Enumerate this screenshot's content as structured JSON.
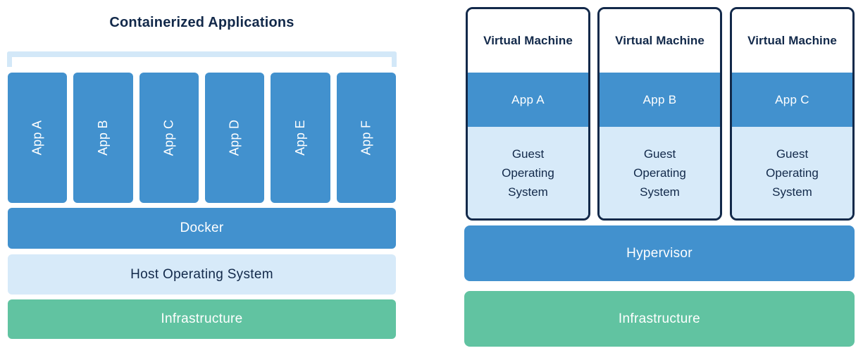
{
  "left_panel": {
    "title": "Containerized Applications",
    "apps": [
      "App A",
      "App B",
      "App C",
      "App D",
      "App E",
      "App F"
    ],
    "docker_label": "Docker",
    "host_os_label": "Host Operating System",
    "infrastructure_label": "Infrastructure"
  },
  "right_panel": {
    "vms": [
      {
        "title": "Virtual Machine",
        "app": "App A",
        "os": "Guest Operating System"
      },
      {
        "title": "Virtual Machine",
        "app": "App B",
        "os": "Guest Operating System"
      },
      {
        "title": "Virtual Machine",
        "app": "App C",
        "os": "Guest Operating System"
      }
    ],
    "hypervisor_label": "Hypervisor",
    "infrastructure_label": "Infrastructure"
  },
  "colors": {
    "blue": "#4291ce",
    "light_blue": "#d7eaf9",
    "bracket_blue": "#d3e8f8",
    "green": "#61c3a1",
    "navy": "#12294a"
  }
}
